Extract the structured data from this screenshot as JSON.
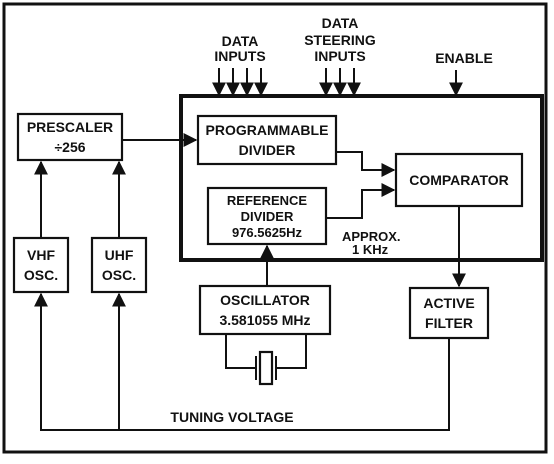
{
  "blocks": {
    "prescaler": {
      "line1": "PRESCALER",
      "line2": "÷256"
    },
    "vhf_osc": {
      "line1": "VHF",
      "line2": "OSC."
    },
    "uhf_osc": {
      "line1": "UHF",
      "line2": "OSC."
    },
    "programmable_divider": {
      "line1": "PROGRAMMABLE",
      "line2": "DIVIDER"
    },
    "reference_divider": {
      "line1": "REFERENCE",
      "line2": "DIVIDER",
      "line3": "976.5625Hz"
    },
    "comparator": {
      "line1": "COMPARATOR"
    },
    "oscillator": {
      "line1": "OSCILLATOR",
      "line2": "3.581055 MHz"
    },
    "active_filter": {
      "line1": "ACTIVE",
      "line2": "FILTER"
    }
  },
  "labels": {
    "data_inputs": {
      "line1": "DATA",
      "line2": "INPUTS"
    },
    "data_steering_inputs": {
      "line1": "DATA",
      "line2": "STEERING",
      "line3": "INPUTS"
    },
    "enable": "ENABLE",
    "approx": {
      "line1": "APPROX.",
      "line2": "1 KHz"
    },
    "tuning_voltage": "TUNING VOLTAGE"
  },
  "colors": {
    "ink": "#111111",
    "paper": "#ffffff"
  }
}
